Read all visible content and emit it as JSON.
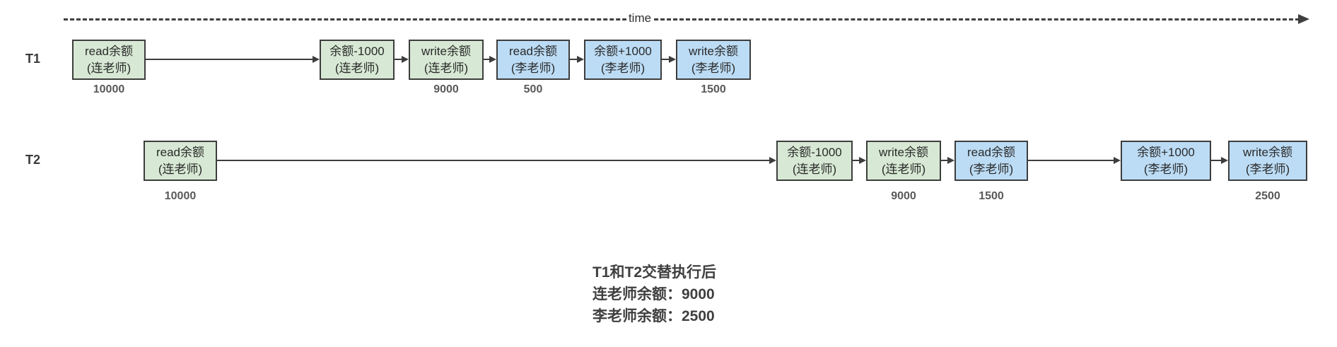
{
  "timeline": {
    "label": "time"
  },
  "colors": {
    "green_fill": "#d7e9d4",
    "blue_fill": "#bcdcf5",
    "box_border": "#3d3d3d",
    "number_text": "#595959",
    "summary_text": "#3f3f3f"
  },
  "rows": [
    {
      "label": "T1",
      "boxes": [
        {
          "line1": "read余额",
          "line2": "(连老师)",
          "color": "green",
          "number": "10000"
        },
        {
          "line1": "余额-1000",
          "line2": "(连老师)",
          "color": "green",
          "number": ""
        },
        {
          "line1": "write余额",
          "line2": "(连老师)",
          "color": "green",
          "number": "9000"
        },
        {
          "line1": "read余额",
          "line2": "(李老师)",
          "color": "blue",
          "number": "500"
        },
        {
          "line1": "余额+1000",
          "line2": "(李老师)",
          "color": "blue",
          "number": ""
        },
        {
          "line1": "write余额",
          "line2": "(李老师)",
          "color": "blue",
          "number": "1500"
        }
      ]
    },
    {
      "label": "T2",
      "boxes": [
        {
          "line1": "read余额",
          "line2": "(连老师)",
          "color": "green",
          "number": "10000"
        },
        {
          "line1": "余额-1000",
          "line2": "(连老师)",
          "color": "green",
          "number": ""
        },
        {
          "line1": "write余额",
          "line2": "(连老师)",
          "color": "green",
          "number": "9000"
        },
        {
          "line1": "read余额",
          "line2": "(李老师)",
          "color": "blue",
          "number": "1500"
        },
        {
          "line1": "余额+1000",
          "line2": "(李老师)",
          "color": "blue",
          "number": ""
        },
        {
          "line1": "write余额",
          "line2": "(李老师)",
          "color": "blue",
          "number": "2500"
        }
      ]
    }
  ],
  "summary": {
    "line1": "T1和T2交替执行后",
    "line2": "连老师余额：9000",
    "line3": "李老师余额：2500"
  }
}
